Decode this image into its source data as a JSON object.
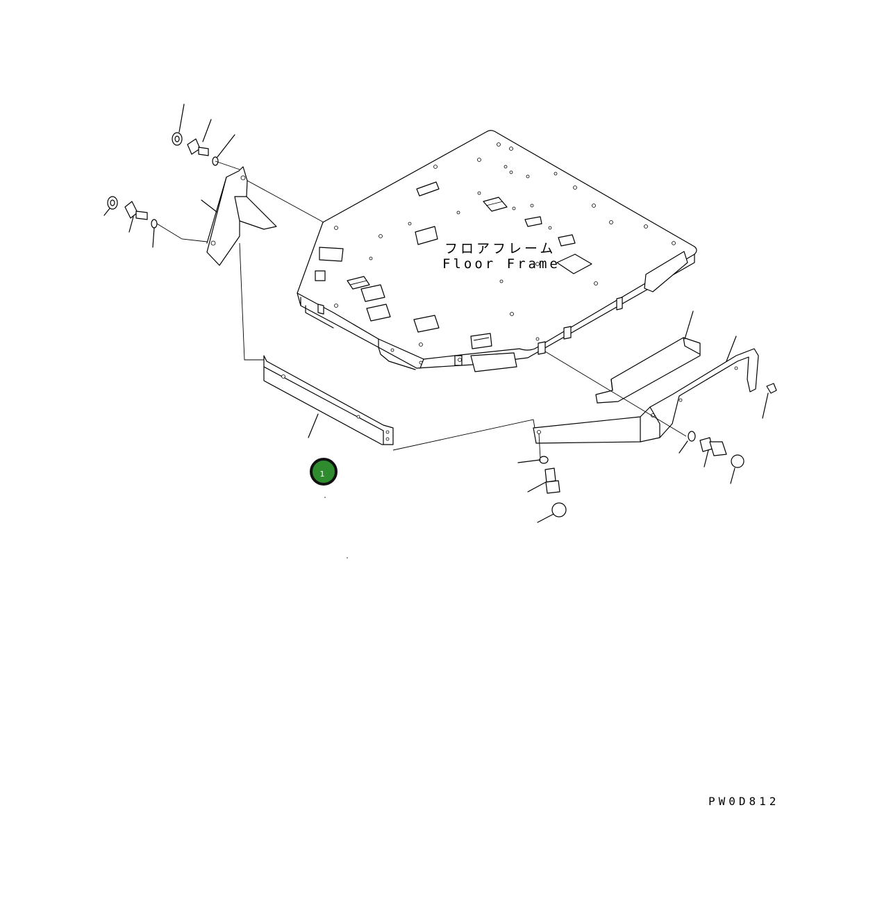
{
  "labels": {
    "floor_frame_jp": "フロアフレーム",
    "floor_frame_en": "Floor Frame",
    "drawing_number": "PW0D812"
  },
  "callouts": [
    {
      "number": "1",
      "color": "#2e8b2e"
    }
  ]
}
